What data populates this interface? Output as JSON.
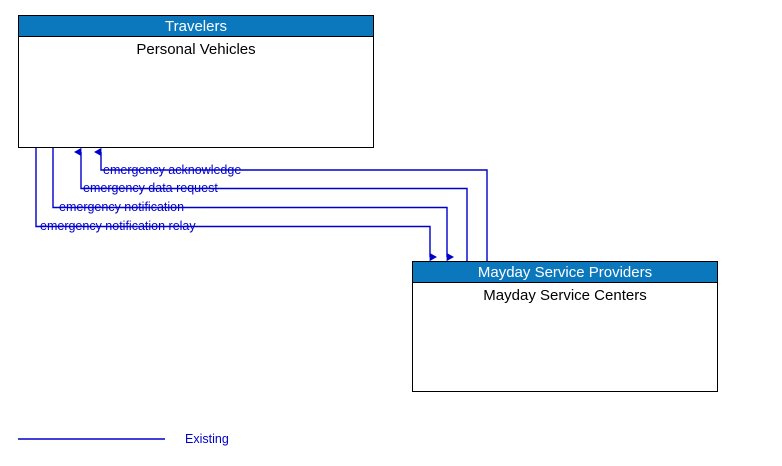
{
  "diagram": {
    "type": "interconnect-flow-diagram",
    "line_color": "#0000CC",
    "header_color": "#0B78BE",
    "entities": [
      {
        "id": "travelers",
        "stakeholder": "Travelers",
        "name": "Personal Vehicles"
      },
      {
        "id": "mayday",
        "stakeholder": "Mayday Service Providers",
        "name": "Mayday Service Centers"
      }
    ],
    "flows": [
      {
        "label": "emergency acknowledge",
        "from": "mayday",
        "to": "travelers",
        "direction": "up"
      },
      {
        "label": "emergency data request",
        "from": "mayday",
        "to": "travelers",
        "direction": "up"
      },
      {
        "label": "emergency notification",
        "from": "travelers",
        "to": "mayday",
        "direction": "down"
      },
      {
        "label": "emergency notification relay",
        "from": "travelers",
        "to": "mayday",
        "direction": "down"
      }
    ]
  },
  "legend": {
    "items": [
      {
        "label": "Existing",
        "style": "solid-line",
        "color": "#0000CC"
      }
    ]
  }
}
